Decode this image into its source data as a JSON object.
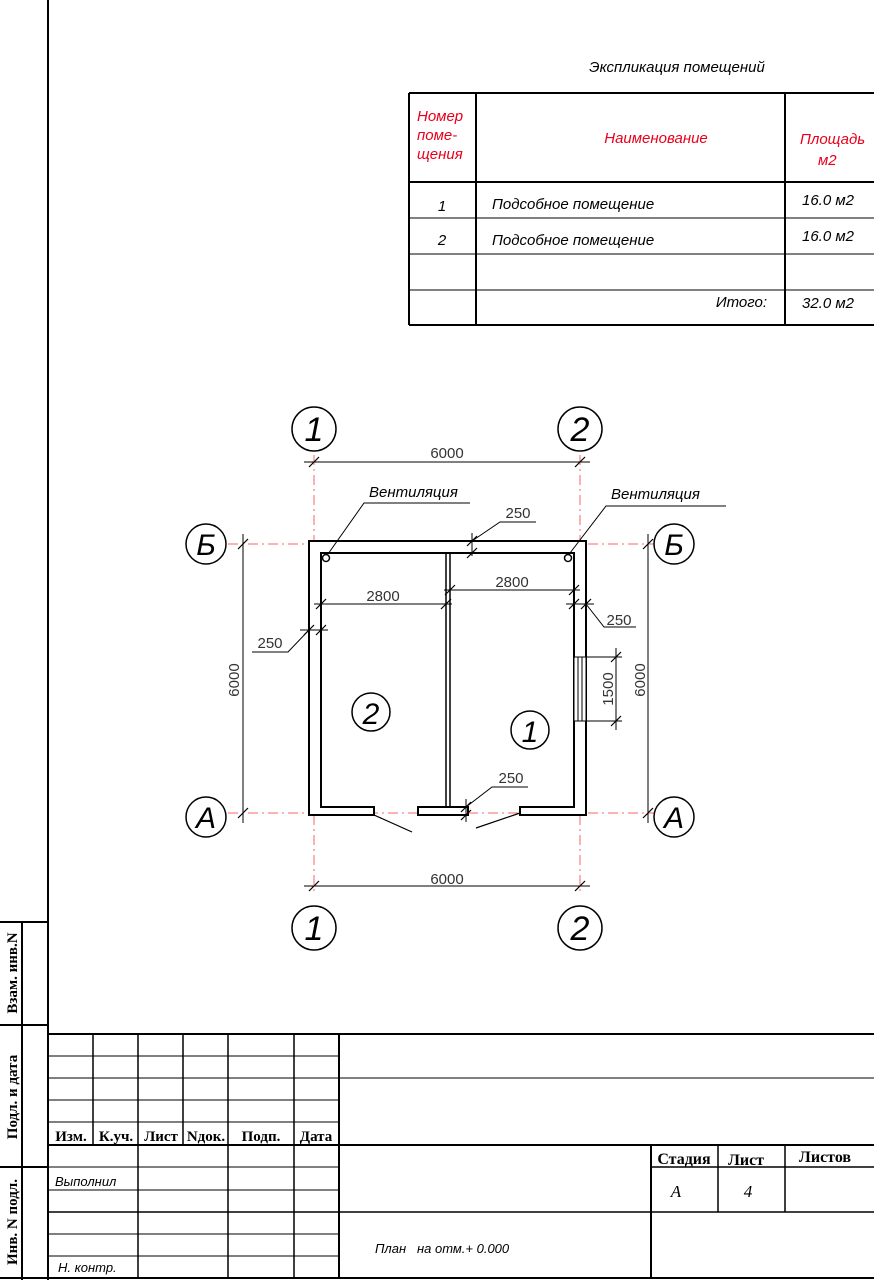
{
  "explication": {
    "title": "Экспликация помещений",
    "headers": {
      "number": [
        "Номер",
        "поме-",
        "щения"
      ],
      "name": "Наименование",
      "area": [
        "Площадь",
        "м2"
      ]
    },
    "rows": [
      {
        "number": "1",
        "name": "Подсобное помещение",
        "area": "16.0 м2"
      },
      {
        "number": "2",
        "name": "Подсобное помещение",
        "area": "16.0 м2"
      },
      {
        "number": "",
        "name": "",
        "area": ""
      }
    ],
    "total_label": "Итого:",
    "total_value": "32.0 м2"
  },
  "plan": {
    "axes": {
      "col1": "1",
      "col2": "2",
      "rowA": "А",
      "rowB": "Б"
    },
    "dims": {
      "top": "6000",
      "bottom": "6000",
      "left": "6000",
      "right": "6000",
      "room2_width": "2800",
      "room1_width": "2800",
      "wall_top": "250",
      "wall_left": "250",
      "wall_right": "250",
      "partition": "250",
      "window": "1500"
    },
    "vent_left": "Вентиляция",
    "vent_right": "Вентиляция",
    "room_left": "2",
    "room_right": "1"
  },
  "stamp": {
    "side": {
      "vzam": "Взам. инв.N",
      "podl_data": "Подл. и дата",
      "inv_podl": "Инв. N подл."
    },
    "cols": [
      "Изм.",
      "К.уч.",
      "Лист",
      "Nдок.",
      "Подп.",
      "Дата"
    ],
    "vypolnil": "Выполнил",
    "n_kontr": "Н. контр.",
    "stage_h": "Стадия",
    "sheet_h": "Лист",
    "sheets_h": "Листов",
    "stage": "А",
    "sheet": "4",
    "drawing_title": "План   на отм.+ 0.000"
  },
  "colors": {
    "header_text": "#e8001c",
    "axis_line": "#ff6666",
    "line": "#000000"
  }
}
